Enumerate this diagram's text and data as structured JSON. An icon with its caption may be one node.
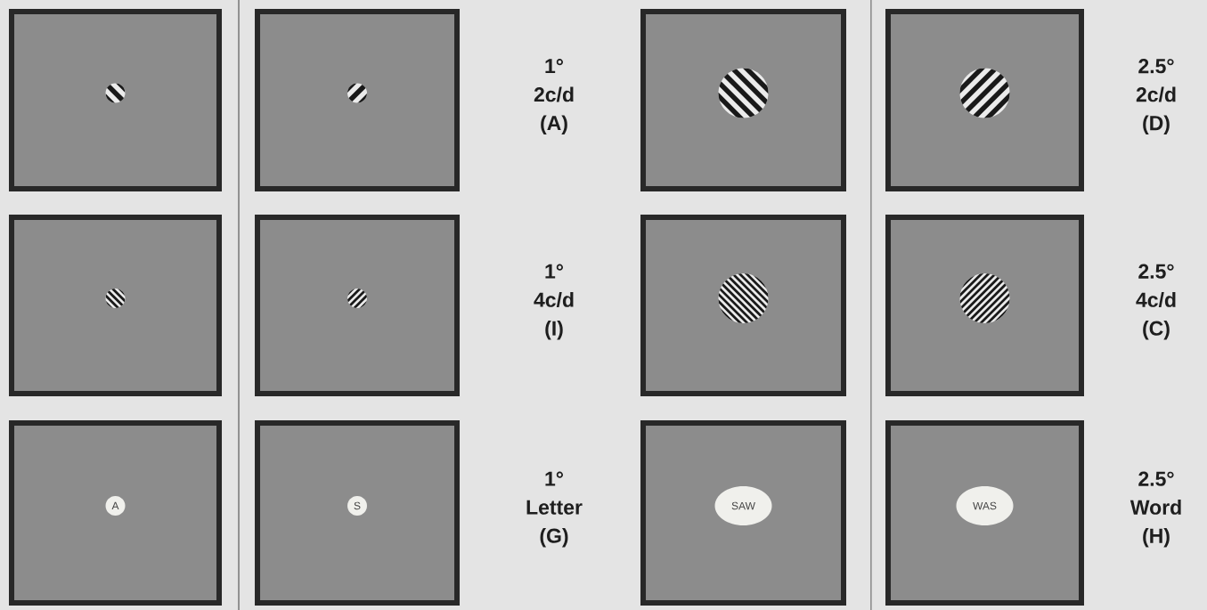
{
  "diagram": {
    "nodes": [
      {
        "text": [],
        "shape": "box"
      },
      {
        "text": [],
        "shape": "circle",
        "in": 0
      },
      {
        "text": [],
        "shape": "box"
      },
      {
        "text": [],
        "shape": "circle",
        "in": 2
      },
      {
        "text": [],
        "shape": "box"
      },
      {
        "text": [],
        "shape": "circle",
        "in": 4
      },
      {
        "text": [],
        "shape": "box"
      },
      {
        "text": [],
        "shape": "circle",
        "in": 6
      },
      {
        "text": [],
        "shape": "box"
      },
      {
        "text": [],
        "shape": "circle",
        "in": 8
      },
      {
        "text": [],
        "shape": "box"
      },
      {
        "text": [],
        "shape": "circle",
        "in": 10
      },
      {
        "text": [],
        "shape": "box"
      },
      {
        "text": [],
        "shape": "circle",
        "in": 12
      },
      {
        "text": [],
        "shape": "box"
      },
      {
        "text": [],
        "shape": "circle",
        "in": 14
      },
      {
        "text": [],
        "shape": "box"
      },
      {
        "text": [
          "A"
        ],
        "in": 16
      },
      {
        "text": [],
        "shape": "box"
      },
      {
        "text": [
          "S"
        ],
        "in": 18
      },
      {
        "text": [],
        "shape": "box"
      },
      {
        "text": [
          "SAW"
        ],
        "in": 20
      },
      {
        "text": [],
        "shape": "box"
      },
      {
        "text": [
          "WAS"
        ],
        "in": 22
      }
    ],
    "labels": [
      "1° 2c/d (A)",
      "2.5° 2c/d (D)",
      "1° 4c/d (I)",
      "2.5° 4c/d (C)",
      "1° Letter (G)",
      "2.5° Word (H)"
    ]
  }
}
